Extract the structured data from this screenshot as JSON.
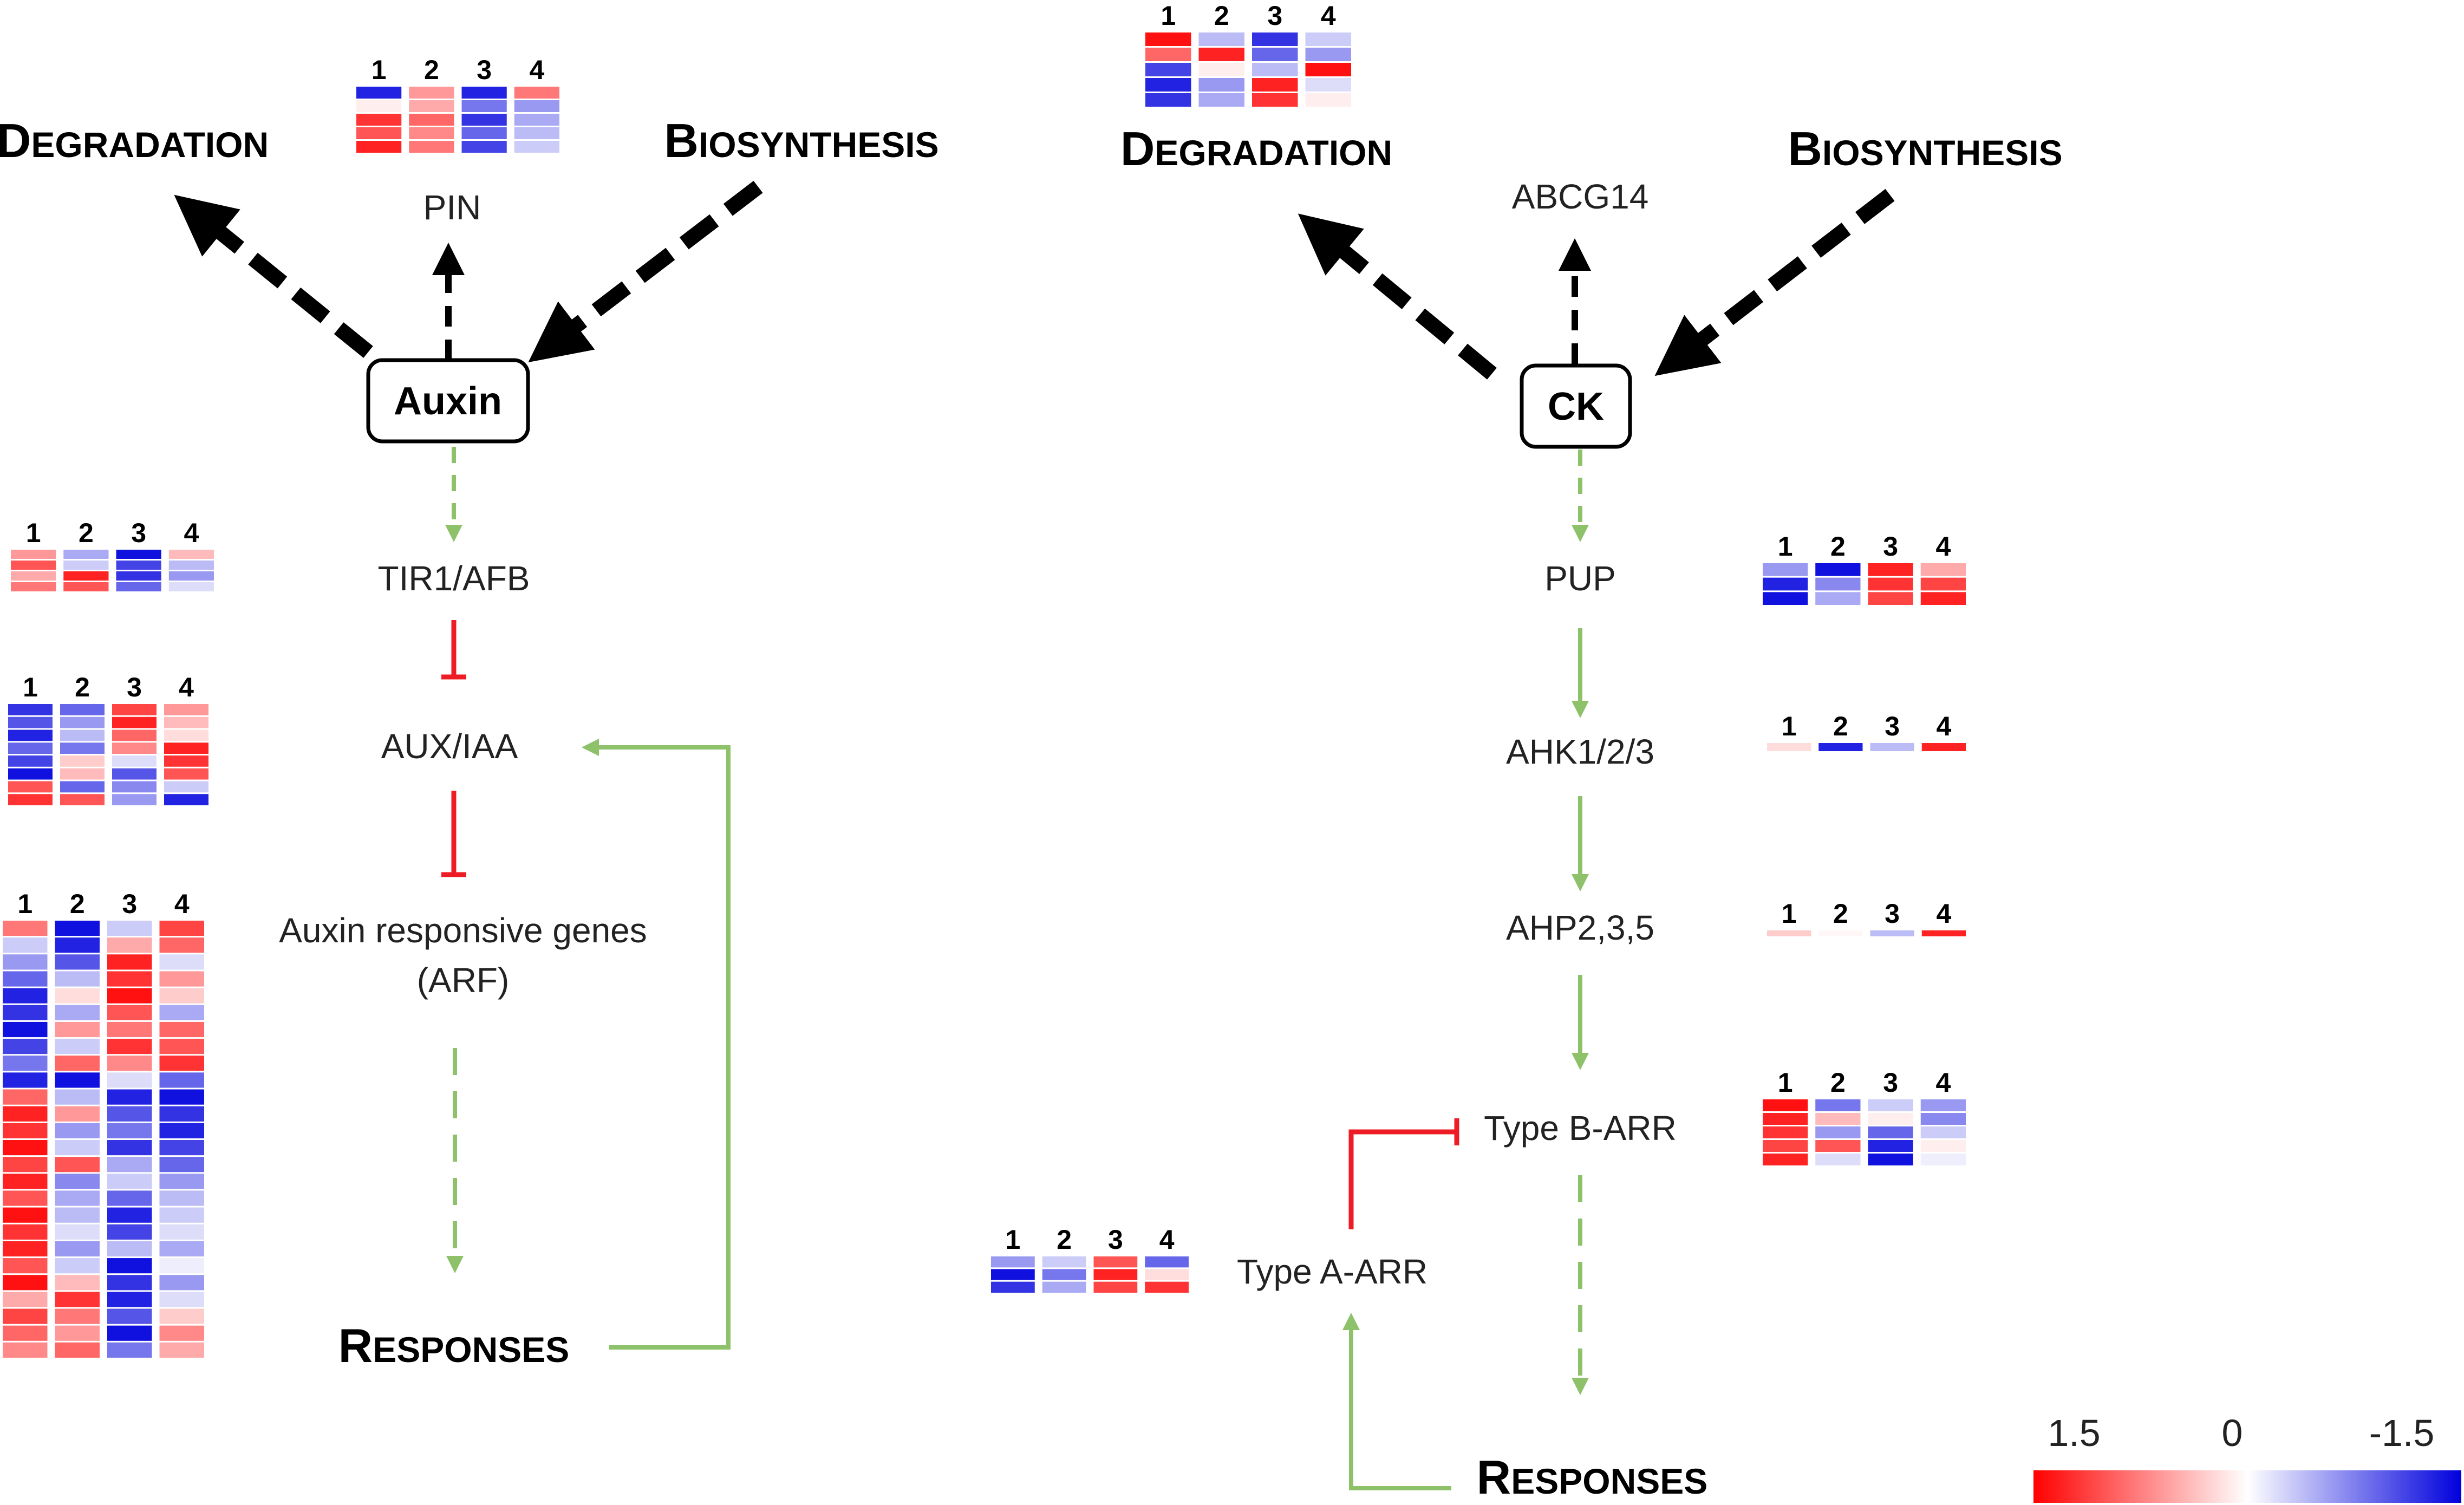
{
  "colors": {
    "green": "#8dc16a",
    "red": "#ee1c25",
    "black": "#000000",
    "heat_high": "#ff0000",
    "heat_mid": "#ffffff",
    "heat_low": "#0000dd"
  },
  "auxin": {
    "degradation": "Degradation",
    "biosynthesis": "Biosynthesis",
    "transport": "PIN",
    "hormone": "Auxin",
    "steps": [
      "TIR1/AFB",
      "AUX/IAA",
      "Auxin responsive genes",
      "(ARF)"
    ],
    "responses": "Responses"
  },
  "ck": {
    "degradation": "Degradation",
    "biosynthesis": "Biosynthesis",
    "transport": "ABCG14",
    "hormone": "CK",
    "steps": [
      "PUP",
      "AHK1/2/3",
      "AHP2,3,5",
      "Type B-ARR",
      "Type A-ARR"
    ],
    "responses": "Responses"
  },
  "column_labels": [
    "1",
    "2",
    "3",
    "4"
  ],
  "color_scale": {
    "high": "1.5",
    "mid": "0",
    "low": "-1.5"
  },
  "heatmaps": [
    {
      "id": "auxin-pin",
      "values": [
        [
          -1.3,
          0.6,
          -1.3,
          0.8
        ],
        [
          0.1,
          0.5,
          -0.8,
          -0.6
        ],
        [
          1.2,
          0.9,
          -1.2,
          -0.5
        ],
        [
          1.0,
          0.7,
          -0.9,
          -0.4
        ],
        [
          1.3,
          0.8,
          -1.1,
          -0.3
        ]
      ]
    },
    {
      "id": "auxin-tir1",
      "values": [
        [
          0.6,
          -0.5,
          -1.4,
          0.4
        ],
        [
          1.0,
          -0.3,
          -1.1,
          -0.4
        ],
        [
          0.5,
          1.3,
          -1.2,
          -0.6
        ],
        [
          0.8,
          1.0,
          -0.9,
          -0.2
        ]
      ]
    },
    {
      "id": "auxin-auxiaa",
      "values": [
        [
          -1.2,
          -0.9,
          1.1,
          0.6
        ],
        [
          -1.0,
          -0.6,
          1.3,
          0.4
        ],
        [
          -1.3,
          -0.4,
          0.9,
          0.2
        ],
        [
          -0.9,
          -0.8,
          0.7,
          1.3
        ],
        [
          -1.1,
          0.3,
          -0.2,
          1.2
        ],
        [
          -1.4,
          0.4,
          -1.0,
          1.0
        ],
        [
          1.0,
          -0.9,
          -0.7,
          -0.3
        ],
        [
          1.2,
          1.0,
          -0.6,
          -1.3
        ]
      ]
    },
    {
      "id": "auxin-arf",
      "values": [
        [
          0.8,
          -1.4,
          -0.3,
          1.1
        ],
        [
          -0.3,
          -1.3,
          0.5,
          0.9
        ],
        [
          -0.6,
          -1.0,
          1.3,
          -0.2
        ],
        [
          -0.9,
          -0.4,
          1.2,
          0.6
        ],
        [
          -1.3,
          0.2,
          1.4,
          0.3
        ],
        [
          -1.2,
          -0.5,
          1.0,
          -0.5
        ],
        [
          -1.4,
          0.6,
          0.8,
          0.9
        ],
        [
          -1.1,
          -0.3,
          1.2,
          1.0
        ],
        [
          -0.8,
          0.9,
          0.7,
          1.2
        ],
        [
          -1.3,
          -1.4,
          -0.2,
          -0.9
        ],
        [
          0.9,
          -0.4,
          -1.3,
          -1.4
        ],
        [
          1.3,
          0.6,
          -1.0,
          -1.2
        ],
        [
          1.2,
          -0.6,
          -0.8,
          -1.3
        ],
        [
          1.4,
          -0.3,
          -1.2,
          -1.1
        ],
        [
          1.1,
          1.0,
          -0.5,
          -0.9
        ],
        [
          1.3,
          -0.7,
          -0.3,
          -0.6
        ],
        [
          1.0,
          -0.5,
          -0.9,
          -0.4
        ],
        [
          1.4,
          -0.4,
          -1.3,
          -0.3
        ],
        [
          1.2,
          -0.2,
          -1.1,
          -0.2
        ],
        [
          1.3,
          -0.6,
          -0.4,
          -0.5
        ],
        [
          1.0,
          -0.3,
          -1.4,
          -0.1
        ],
        [
          1.4,
          0.4,
          -1.2,
          -0.6
        ],
        [
          0.5,
          1.2,
          -1.3,
          -0.2
        ],
        [
          1.1,
          0.8,
          -1.0,
          0.3
        ],
        [
          0.9,
          0.6,
          -1.4,
          0.7
        ],
        [
          0.7,
          0.9,
          -0.8,
          0.5
        ]
      ]
    },
    {
      "id": "ck-abcg14",
      "values": [
        [
          1.4,
          -0.4,
          -1.2,
          -0.3
        ],
        [
          0.9,
          1.3,
          -0.9,
          -0.6
        ],
        [
          -1.1,
          0.1,
          -0.4,
          1.4
        ],
        [
          -1.3,
          -0.6,
          1.3,
          -0.2
        ],
        [
          -1.2,
          -0.5,
          1.2,
          0.1
        ]
      ]
    },
    {
      "id": "ck-pup",
      "values": [
        [
          -0.6,
          -1.4,
          1.3,
          0.5
        ],
        [
          -1.3,
          -0.7,
          1.2,
          1.1
        ],
        [
          -1.4,
          -0.5,
          1.1,
          1.3
        ]
      ]
    },
    {
      "id": "ck-ahk",
      "values": [
        [
          0.2,
          -1.3,
          -0.4,
          1.3
        ]
      ]
    },
    {
      "id": "ck-ahp",
      "values": [
        [
          0.3,
          0.05,
          -0.4,
          1.3
        ]
      ]
    },
    {
      "id": "ck-typeb",
      "values": [
        [
          1.4,
          -0.8,
          -0.3,
          -0.6
        ],
        [
          1.3,
          0.4,
          0.1,
          -0.7
        ],
        [
          1.2,
          -0.6,
          -0.9,
          -0.3
        ],
        [
          1.1,
          1.0,
          -1.3,
          0.1
        ],
        [
          1.3,
          -0.2,
          -1.4,
          -0.1
        ]
      ]
    },
    {
      "id": "ck-typea",
      "values": [
        [
          -0.6,
          -0.3,
          1.0,
          -0.9
        ],
        [
          -1.4,
          -0.8,
          1.3,
          0.2
        ],
        [
          -1.2,
          -0.5,
          1.1,
          1.2
        ]
      ]
    }
  ]
}
